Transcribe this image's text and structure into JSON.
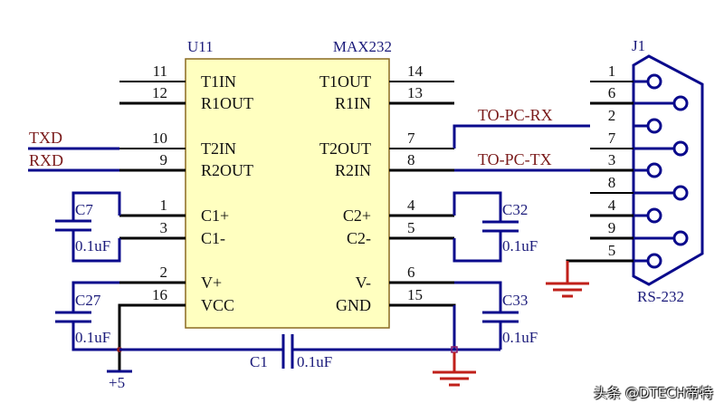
{
  "ic": {
    "ref": "U11",
    "part": "MAX232",
    "body_color": "#ffffc0",
    "left_pins": [
      {
        "num": "11",
        "name": "T1IN"
      },
      {
        "num": "12",
        "name": "R1OUT"
      },
      {
        "num": "10",
        "name": "T2IN"
      },
      {
        "num": "9",
        "name": "R2OUT"
      },
      {
        "num": "1",
        "name": "C1+"
      },
      {
        "num": "3",
        "name": "C1-"
      },
      {
        "num": "2",
        "name": "V+"
      },
      {
        "num": "16",
        "name": "VCC"
      }
    ],
    "right_pins": [
      {
        "num": "14",
        "name": "T1OUT"
      },
      {
        "num": "13",
        "name": "R1IN"
      },
      {
        "num": "7",
        "name": "T2OUT"
      },
      {
        "num": "8",
        "name": "R2IN"
      },
      {
        "num": "4",
        "name": "C2+"
      },
      {
        "num": "5",
        "name": "C2-"
      },
      {
        "num": "6",
        "name": "V-"
      },
      {
        "num": "15",
        "name": "GND"
      }
    ]
  },
  "nets": {
    "txd": "TXD",
    "rxd": "RXD",
    "to_pc_rx": "TO-PC-RX",
    "to_pc_tx": "TO-PC-TX",
    "power": "+5"
  },
  "capacitors": [
    {
      "ref": "C7",
      "value": "0.1uF"
    },
    {
      "ref": "C27",
      "value": "0.1uF"
    },
    {
      "ref": "C1",
      "value": "0.1uF"
    },
    {
      "ref": "C32",
      "value": "0.1uF"
    },
    {
      "ref": "C33",
      "value": "0.1uF"
    }
  ],
  "connector": {
    "ref": "J1",
    "type": "RS-232",
    "pins": [
      "1",
      "6",
      "2",
      "7",
      "3",
      "8",
      "4",
      "9",
      "5"
    ]
  },
  "watermark": "头条 @DTECH帝特",
  "colors": {
    "wire": "#000000",
    "net_wire": "#0a0a8c",
    "ground": "#c0201a",
    "net_label": "#7a1a1a",
    "ref_label": "#1a1a7a"
  }
}
